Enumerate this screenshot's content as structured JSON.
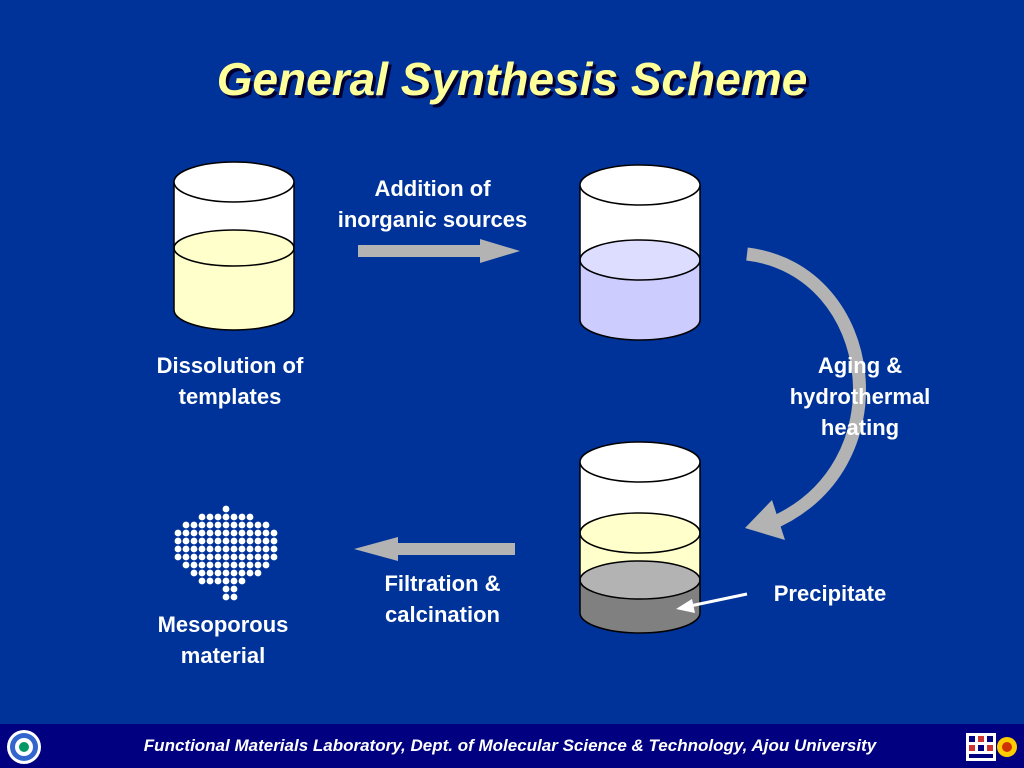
{
  "slide": {
    "title": "General Synthesis Scheme"
  },
  "steps": {
    "dissolution": [
      "Dissolution of",
      "templates"
    ],
    "addition": [
      "Addition of",
      "inorganic sources"
    ],
    "aging": [
      "Aging &",
      "hydrothermal",
      "heating"
    ],
    "precipitate": "Precipitate",
    "filtration": [
      "Filtration &",
      "calcination"
    ],
    "product": [
      "Mesoporous",
      "material"
    ]
  },
  "footer": {
    "text": "Functional Materials Laboratory, Dept. of Molecular Science & Technology, Ajou University"
  },
  "colors": {
    "background": "#003399",
    "title": "#ffff99",
    "beaker_template_solution": "#ffffcc",
    "beaker_inorganic_solution": "#ccccff",
    "precipitate": "#808080",
    "arrow": "#b3b3b3",
    "footer_bar": "#000080"
  },
  "icons": {
    "left_logo": "university-seal-icon",
    "right_logo": "lab-logo-icon"
  }
}
